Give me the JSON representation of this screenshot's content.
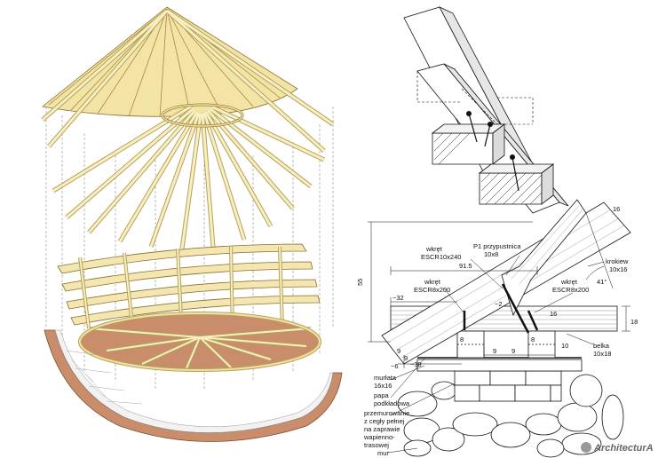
{
  "figure": {
    "colors": {
      "timber_light": "#f6edb0",
      "timber_mid": "#e8d48a",
      "timber_dark": "#c9ab5c",
      "brick": "#c98d6b",
      "wall": "#f2f2f2",
      "line": "#111111",
      "stone": "#ffffff"
    },
    "labels": {
      "krokiew": "krokiew",
      "krokiew_size": "10x16",
      "p1": "P1 przypustnica",
      "p1_size": "10x8",
      "wkret_top_left": "wkręt",
      "wkret_top_left_spec": "ESCR10x240",
      "wkret_mid_left": "wkręt",
      "wkret_mid_left_spec": "ESCR8x200",
      "wkret_right": "wkręt",
      "wkret_right_spec": "ESCR8x200",
      "belka": "belka",
      "belka_size": "10x18",
      "murlata": "murłata",
      "murlata_size": "16x16",
      "papa": "papa",
      "papa_2": "podkładowa",
      "przemurowanie": "przemurowanie",
      "przemurowanie_2": "z cegły pełnej",
      "przemurowanie_3": "na zaprawie",
      "przemurowanie_4": "wapienno-",
      "przemurowanie_5": "trasowej",
      "mur": "mur",
      "brand": "ArchitecturA"
    },
    "dimensions": {
      "d55": "55",
      "d91_5": "91.5",
      "d32": "~32",
      "d2": "~2",
      "d16": "16",
      "d41": "41°",
      "d18": "18",
      "d8a": "8",
      "d8b": "8",
      "d9a": "9",
      "d9b": "9",
      "d9c": "9",
      "d6": "~6",
      "d38": "~38",
      "d9left": "9",
      "d16b": "16",
      "d10": "10"
    }
  }
}
